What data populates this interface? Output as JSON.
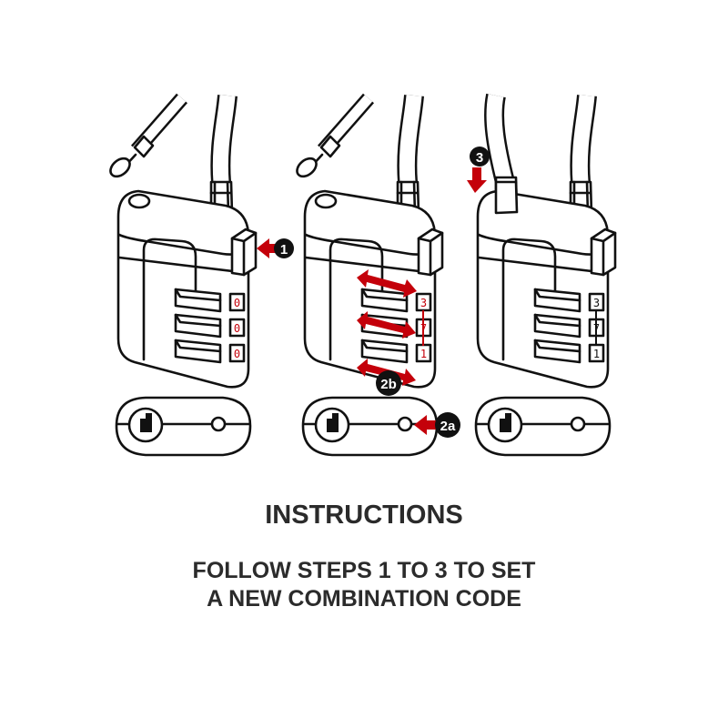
{
  "title": "INSTRUCTIONS",
  "subtitle_line1": "FOLLOW STEPS 1 TO 3 TO SET",
  "subtitle_line2": "A NEW COMBINATION CODE",
  "steps": [
    {
      "badge": "1",
      "dials": [
        "0",
        "0",
        "0"
      ]
    },
    {
      "badge_a": "2a",
      "badge_b": "2b",
      "dials": [
        "3",
        "7",
        "1"
      ]
    },
    {
      "badge": "3",
      "dials": [
        "3",
        "7",
        "1"
      ]
    }
  ],
  "colors": {
    "accent": "#c4000a",
    "ink": "#111111",
    "text": "#2b2b2b"
  }
}
